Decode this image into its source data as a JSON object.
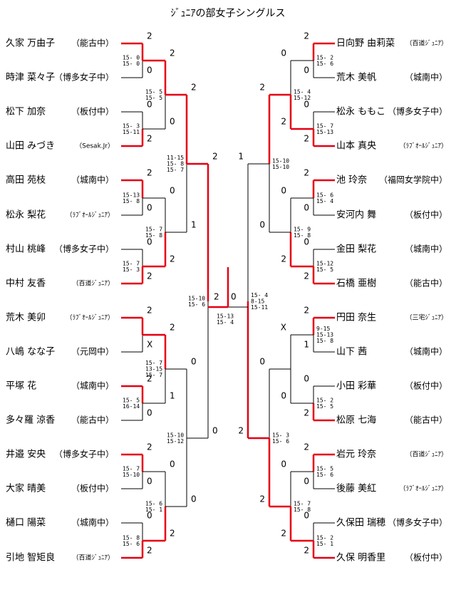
{
  "title": "ｼﾞｭﾆｱの部女子シングルス",
  "colors": {
    "win": "#e60012",
    "line": "#000000"
  },
  "left": {
    "players": [
      {
        "name": "久家 万由子",
        "club": "（能古中）"
      },
      {
        "name": "時津 菜々子",
        "club": "（博多女子中）"
      },
      {
        "name": "松下 加奈",
        "club": "（板付中）"
      },
      {
        "name": "山田 みづき",
        "club": "（Sesak.Jr）"
      },
      {
        "name": "高田 苑枝",
        "club": "（城南中）"
      },
      {
        "name": "松永 梨花",
        "club": "（ﾗﾌﾞｵｰﾙｼﾞｭﾆｱ）"
      },
      {
        "name": "村山 桃峰",
        "club": "（博多女子中）"
      },
      {
        "name": "中村 友香",
        "club": "（百道ｼﾞｭﾆｱ）"
      },
      {
        "name": "荒木 美卯",
        "club": "（ﾗﾌﾞｵｰﾙｼﾞｭﾆｱ）"
      },
      {
        "name": "八嶋 なな子",
        "club": "（元岡中）"
      },
      {
        "name": "平塚 花",
        "club": "（城南中）"
      },
      {
        "name": "多々羅 涼香",
        "club": "（能古中）"
      },
      {
        "name": "井邉 安央",
        "club": "（博多女子中）"
      },
      {
        "name": "大家 晴美",
        "club": "（板付中）"
      },
      {
        "name": "樋口 陽菜",
        "club": "（城南中）"
      },
      {
        "name": "引地 智矩良",
        "club": "（百道ｼﾞｭﾆｱ）"
      }
    ],
    "r1": [
      {
        "a": "2",
        "b": "0",
        "res": [
          "15- 0",
          "15- 0"
        ]
      },
      {
        "a": "0",
        "b": "2",
        "res": [
          "15- 3",
          "15-11"
        ]
      },
      {
        "a": "2",
        "b": "0",
        "res": [
          "15-13",
          "15- 8"
        ]
      },
      {
        "a": "0",
        "b": "2",
        "res": [
          "15- 7",
          "15- 3"
        ]
      },
      {
        "a": "2",
        "b": "X",
        "res": []
      },
      {
        "a": "2",
        "b": "0",
        "res": [
          "15- 5",
          "16-14"
        ]
      },
      {
        "a": "2",
        "b": "0",
        "res": [
          "15- 7",
          "15-10"
        ]
      },
      {
        "a": "0",
        "b": "2",
        "res": [
          "15- 8",
          "15- 6"
        ]
      }
    ],
    "r2": [
      {
        "a": "2",
        "b": "0",
        "res": [
          "15- 5",
          "15- 5"
        ]
      },
      {
        "a": "0",
        "b": "2",
        "res": [
          "15- 7",
          "15- 8"
        ]
      },
      {
        "a": "2",
        "b": "1",
        "res": [
          "15- 7",
          "13-15",
          "15- 7"
        ]
      },
      {
        "a": "0",
        "b": "2",
        "res": [
          "15- 6",
          "15- 1"
        ]
      }
    ],
    "r3": [
      {
        "a": "2",
        "b": "1",
        "res": [
          "11-15",
          "15- 8",
          "15- 7"
        ]
      },
      {
        "a": "0",
        "b": "0",
        "res": [
          "15-10",
          "15-12"
        ]
      }
    ],
    "r4": [
      {
        "a": "2",
        "b": "0",
        "res": [
          "15-10",
          "15- 6"
        ]
      }
    ]
  },
  "right": {
    "players": [
      {
        "name": "日向野 由莉菜",
        "club": "（百道ｼﾞｭﾆｱ）"
      },
      {
        "name": "荒木 美帆",
        "club": "（城南中）"
      },
      {
        "name": "松永 ももこ",
        "club": "（博多女子中）"
      },
      {
        "name": "山本 真央",
        "club": "（ﾗﾌﾞｵｰﾙｼﾞｭﾆｱ）"
      },
      {
        "name": "池 玲奈",
        "club": "（福岡女学院中）"
      },
      {
        "name": "安河内 舞",
        "club": "（板付中）"
      },
      {
        "name": "金田 梨花",
        "club": "（城南中）"
      },
      {
        "name": "石橋 亜樹",
        "club": "（能古中）"
      },
      {
        "name": "円田 奈生",
        "club": "（三宅ｼﾞｭﾆｱ）"
      },
      {
        "name": "山下 茜",
        "club": "（城南中）"
      },
      {
        "name": "小田 彩華",
        "club": "（板付中）"
      },
      {
        "name": "松原 七海",
        "club": "（能古中）"
      },
      {
        "name": "岩元 玲奈",
        "club": "（百道ｼﾞｭﾆｱ）"
      },
      {
        "name": "後藤 美紅",
        "club": "（ﾗﾌﾞｵｰﾙｼﾞｭﾆｱ）"
      },
      {
        "name": "久保田 瑞穂",
        "club": "（博多女子中）"
      },
      {
        "name": "久保 明香里",
        "club": "（板付中）"
      }
    ],
    "r1": [
      {
        "a": "2",
        "b": "0",
        "res": [
          "15- 2",
          "15- 6"
        ]
      },
      {
        "a": "0",
        "b": "2",
        "res": [
          "15- 7",
          "15-13"
        ]
      },
      {
        "a": "2",
        "b": "0",
        "res": [
          "15- 6",
          "15- 4"
        ]
      },
      {
        "a": "0",
        "b": "2",
        "res": [
          "15-12",
          "15- 5"
        ]
      },
      {
        "a": "2",
        "b": "1",
        "res": [
          "9-15",
          "15-13",
          "15- 8"
        ]
      },
      {
        "a": "0",
        "b": "2",
        "res": [
          "15- 2",
          "15- 5"
        ]
      },
      {
        "a": "2",
        "b": "0",
        "res": [
          "15- 5",
          "15- 6"
        ]
      },
      {
        "a": "0",
        "b": "2",
        "res": [
          "15- 2",
          "15- 1"
        ]
      }
    ],
    "r2": [
      {
        "a": "0",
        "b": "2",
        "res": [
          "15- 4",
          "15-12"
        ]
      },
      {
        "a": "0",
        "b": "2",
        "res": [
          "15- 9",
          "15- 8"
        ]
      },
      {
        "a": "X",
        "b": "0",
        "res": []
      },
      {
        "a": "0",
        "b": "2",
        "res": [
          "15- 7",
          "15- 8"
        ]
      }
    ],
    "r3": [
      {
        "a": "2",
        "b": "0",
        "res": [
          "15-10",
          "15-10"
        ]
      },
      {
        "a": "0",
        "b": "2",
        "res": [
          "15- 3",
          "15- 6"
        ]
      }
    ],
    "r4": [
      {
        "a": "1",
        "b": "2",
        "res": [
          "15- 4",
          "8-15",
          "15-11"
        ]
      }
    ]
  },
  "final": {
    "left_score": "2",
    "right_score": "0",
    "res": [
      "15-13",
      "15- 4"
    ]
  }
}
